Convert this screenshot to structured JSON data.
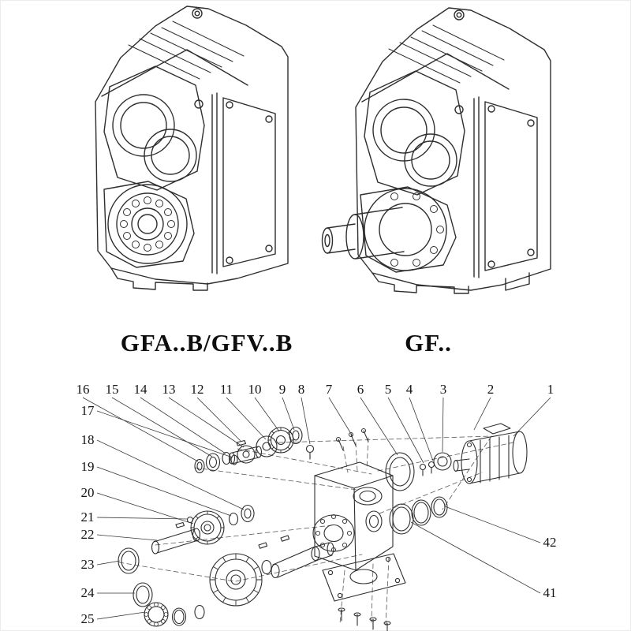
{
  "models": {
    "left_label": "GFA..B/GFV..B",
    "right_label": "GF.."
  },
  "callouts": {
    "top": [
      "16",
      "15",
      "14",
      "13",
      "12",
      "11",
      "10",
      "9",
      "8",
      "7",
      "6",
      "5",
      "4",
      "3",
      "2",
      "1"
    ],
    "left": [
      "17",
      "18",
      "19",
      "20",
      "21",
      "22",
      "23",
      "24",
      "25"
    ],
    "right": [
      "42",
      "41"
    ]
  },
  "colors": {
    "line": "#2e2e2e",
    "leader": "#3a3a3a",
    "background": "#ffffff"
  }
}
